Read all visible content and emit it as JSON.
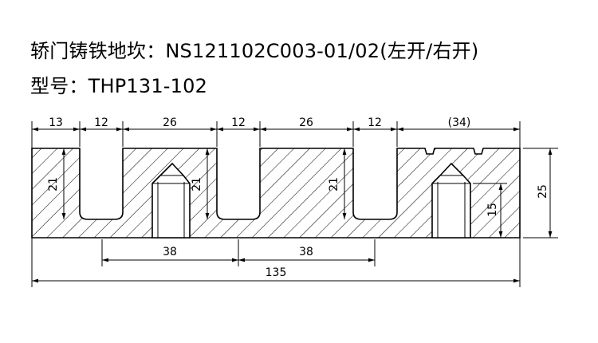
{
  "header": {
    "part_title": "轿门铸铁地坎：NS121102C003-01/02(左开/右开)",
    "model_line": "型号：THP131-102"
  },
  "drawing": {
    "line_color": "#000000",
    "hatch_color": "#000000",
    "dimensions": {
      "top_13": "13",
      "top_12_a": "12",
      "top_26_a": "26",
      "top_12_b": "12",
      "top_26_b": "26",
      "top_12_c": "12",
      "top_34": "(34)",
      "slot_depth_a": "21",
      "slot_depth_b": "21",
      "slot_depth_c": "21",
      "height_total": "25",
      "hole_depth": "15",
      "bolt_pitch_a": "38",
      "bolt_pitch_b": "38",
      "overall_length": "135"
    }
  }
}
